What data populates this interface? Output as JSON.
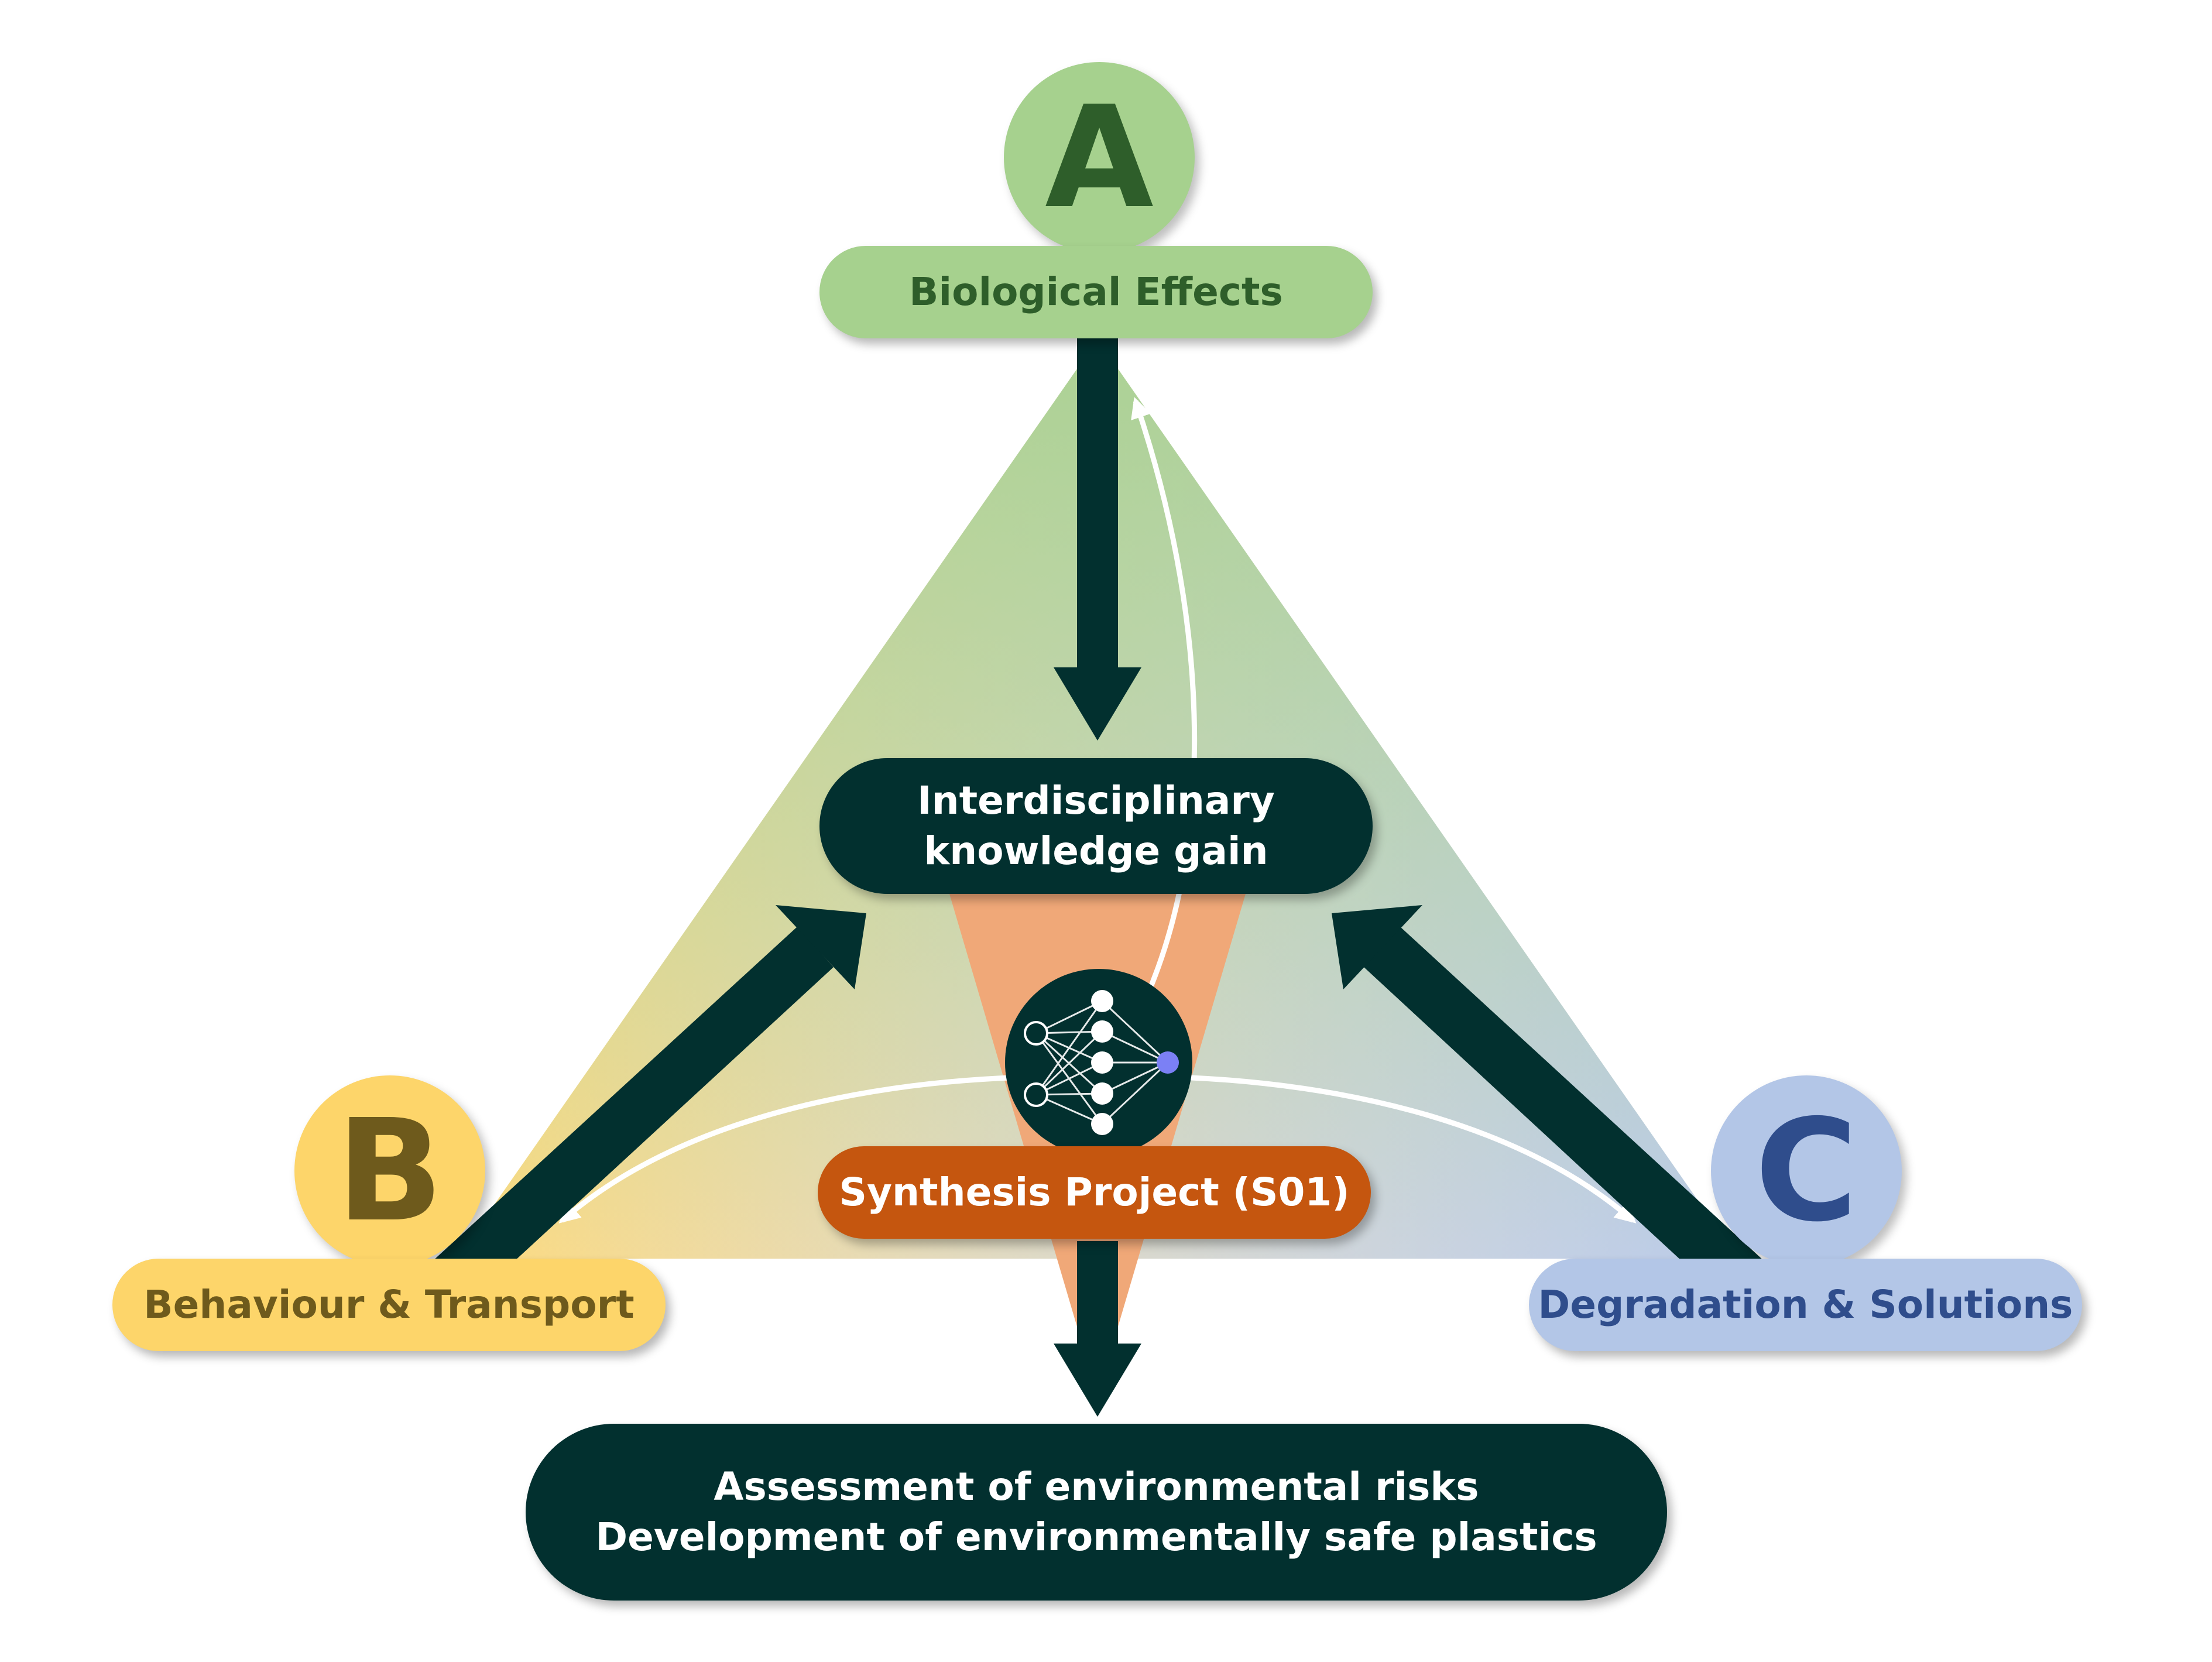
{
  "colors": {
    "dark": "#02302f",
    "green": "#a6d18e",
    "green_text": "#2e5e2a",
    "yellow": "#fdd56a",
    "yellow_text": "#6e5a1c",
    "blue": "#b3c6e7",
    "blue_text": "#2f4d8c",
    "orange": "#c5560f",
    "orange_light": "#f0a878",
    "node_accent": "#7b80f5"
  },
  "node_a": {
    "letter": "A",
    "label": "Biological Effects"
  },
  "node_b": {
    "letter": "B",
    "label": "Behaviour & Transport"
  },
  "node_c": {
    "letter": "C",
    "label": "Degradation & Solutions"
  },
  "center": {
    "line1": "Interdisciplinary",
    "line2": "knowledge gain"
  },
  "synthesis": {
    "label": "Synthesis Project (S01)",
    "icon": "neural-network-icon"
  },
  "outcome": {
    "line1": "Assessment of environmental risks",
    "line2": "Development of environmentally safe plastics"
  }
}
